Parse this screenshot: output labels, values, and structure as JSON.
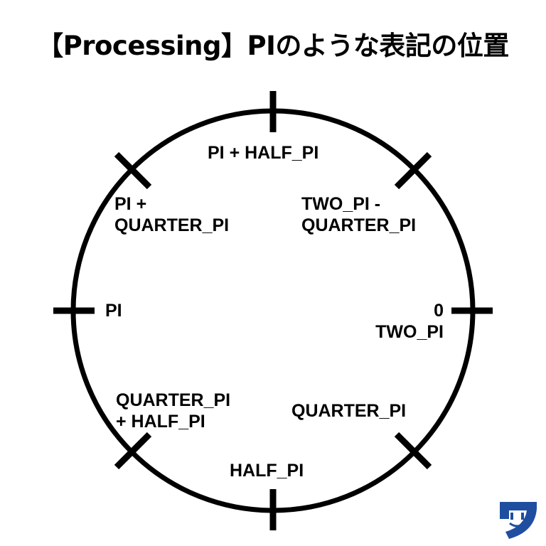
{
  "title": "【Processing】PIのような表記の位置",
  "labels": {
    "top": "PI + HALF_PI",
    "top_left_1": "PI +",
    "top_left_2": "QUARTER_PI",
    "top_right_1": "TWO_PI -",
    "top_right_2": "QUARTER_PI",
    "left": "PI",
    "right_1": "0",
    "right_2": "TWO_PI",
    "bottom_left_1": "QUARTER_PI",
    "bottom_left_2": "+ HALF_PI",
    "bottom_right": "QUARTER_PI",
    "bottom": "HALF_PI"
  },
  "colors": {
    "line": "#000000",
    "logo": "#1f4ea1"
  }
}
